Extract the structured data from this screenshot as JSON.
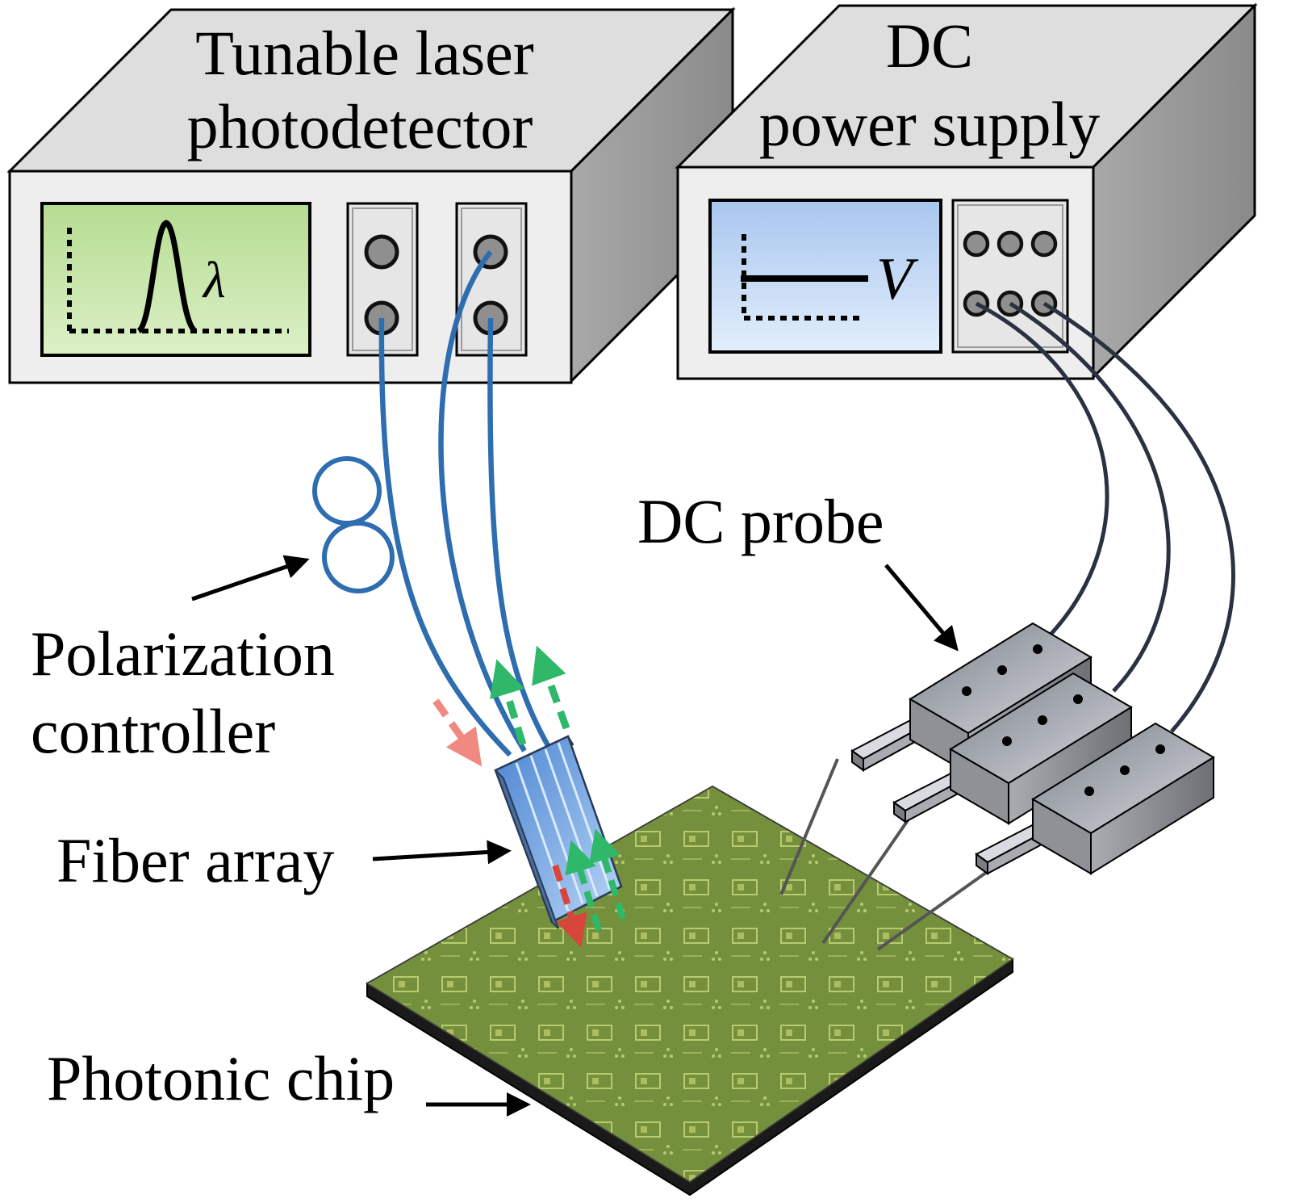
{
  "figure": {
    "instruments": {
      "laser": {
        "line1": "Tunable laser",
        "line2": "photodetector",
        "spectrum_symbol": "λ"
      },
      "dc_supply": {
        "line1": "DC",
        "line2": "power supply",
        "voltage_symbol": "V"
      }
    },
    "labels": {
      "polarization_line1": "Polarization",
      "polarization_line2": "controller",
      "fiber_array": "Fiber array",
      "dc_probe": "DC probe",
      "photonic_chip": "Photonic chip"
    },
    "colors": {
      "fiber": "#2e6db0",
      "probe_cable": "#2a3140",
      "laser_screen": "#c6e6a8",
      "dc_screen": "#b9d2f2",
      "chip": "#6f8a3a",
      "signal_in": "#f08a80",
      "signal_out": "#2fb86a",
      "box_face": "#eeeeee",
      "box_top": "#dcdcdc",
      "box_side": "#9a9a9a"
    }
  }
}
